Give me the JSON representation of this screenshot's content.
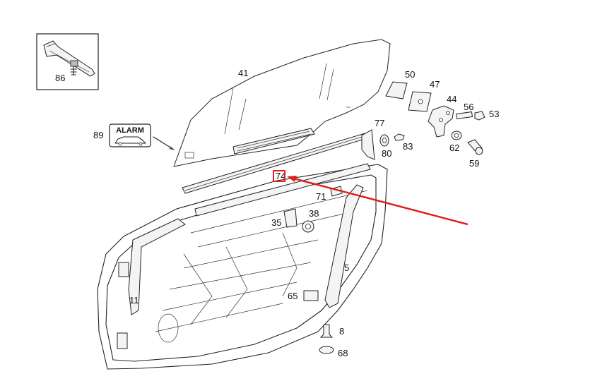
{
  "labels": {
    "p86": "86",
    "p41": "41",
    "p50": "50",
    "p47": "47",
    "p44": "44",
    "p56": "56",
    "p53": "53",
    "p77": "77",
    "p83": "83",
    "p80": "80",
    "p62": "62",
    "p59": "59",
    "p89": "89",
    "p74": "74",
    "p71": "71",
    "p38": "38",
    "p35": "35",
    "p5": "5",
    "p11": "11",
    "p65": "65",
    "p8": "8",
    "p68": "68"
  },
  "alarm_text": "ALARM",
  "colors": {
    "highlight": "#e0201c",
    "arrow": "#e0201c",
    "ink": "#222222"
  }
}
